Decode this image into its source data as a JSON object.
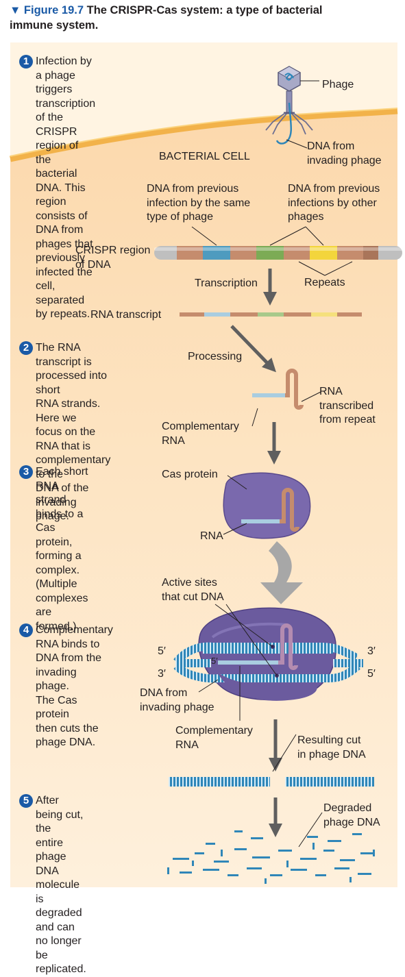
{
  "figure": {
    "marker": "▼ Figure 19.7",
    "title": "The CRISPR-Cas system: a type of bacterial",
    "title_line2": "immune system."
  },
  "steps": [
    {
      "number": "1",
      "text": "Infection by a phage triggers transcription\nof the CRISPR region of the bacterial\nDNA. This region consists of DNA from\nphages that previously infected the\ncell, separated by repeats."
    },
    {
      "number": "2",
      "text": "The RNA transcript is\nprocessed into short\nRNA strands. Here we\nfocus on the RNA that is\ncomplementary to the\nDNA of the invading\nphage."
    },
    {
      "number": "3",
      "text": "Each short RNA\nstrand binds to a\nCas protein,\nforming a complex.\n(Multiple complexes\nare formed.)"
    },
    {
      "number": "4",
      "text": "Complementary\nRNA binds to\nDNA from the\ninvading phage.\nThe Cas protein\nthen cuts the\nphage DNA."
    },
    {
      "number": "5",
      "text": "After being cut, the\nentire phage DNA\nmolecule is degraded\nand can no longer be\nreplicated."
    }
  ],
  "labels": {
    "phage": "Phage",
    "dna_from_invading_phage": "DNA from\ninvading phage",
    "bacterial_cell": "BACTERIAL CELL",
    "dna_previous_same": "DNA from previous\ninfection by the same\ntype of phage",
    "dna_previous_other": "DNA from previous\ninfections by other\nphages",
    "crispr_region": "CRISPR region\nof DNA",
    "transcription": "Transcription",
    "repeats": "Repeats",
    "rna_transcript": "RNA transcript",
    "processing": "Processing",
    "rna_transcribed_from_repeat": "RNA\ntranscribed\nfrom repeat",
    "complementary_rna": "Complementary\nRNA",
    "cas_protein": "Cas protein",
    "rna": "RNA",
    "active_sites": "Active sites\nthat cut DNA",
    "five_prime": "5′",
    "three_prime": "3′",
    "dna_from_invading_phage_2": "DNA from\ninvading phage",
    "complementary_rna_2": "Complementary\nRNA",
    "resulting_cut": "Resulting cut\nin phage DNA",
    "degraded_phage_dna": "Degraded\nphage DNA"
  },
  "colors": {
    "title_blue": "#1a5aa6",
    "cas_protein": "#6b5b9e",
    "dna_blue": "#3a8fbf",
    "arrow_gray": "#5f5f5f",
    "membrane": "#f2b24a"
  }
}
